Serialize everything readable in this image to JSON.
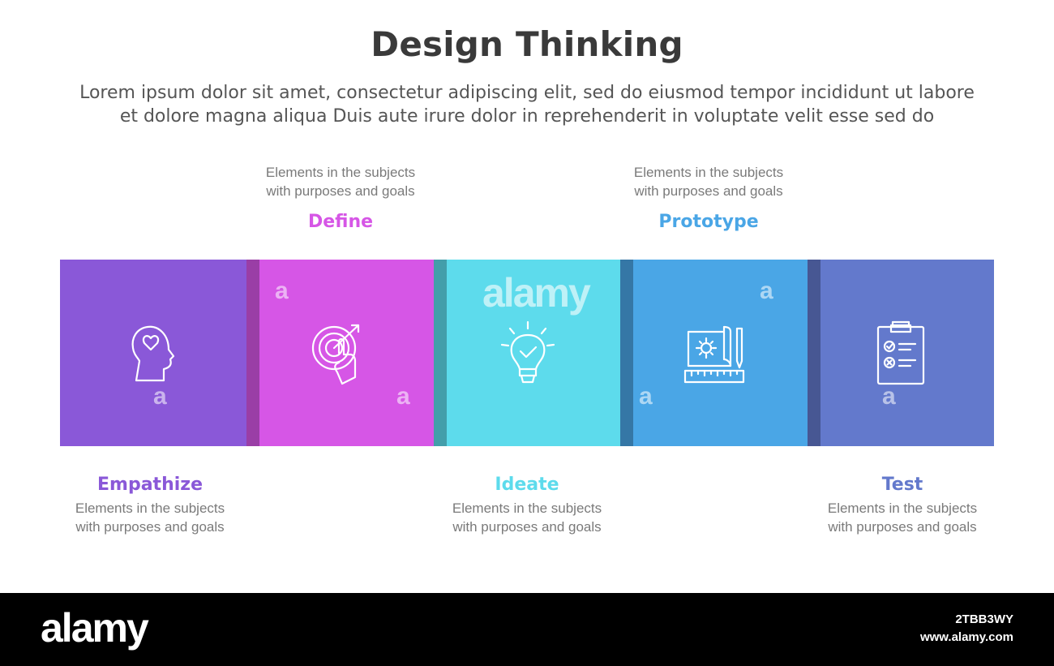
{
  "title": "Design Thinking",
  "subtitle": {
    "line1": "Lorem ipsum dolor sit amet, consectetur adipiscing elit, sed do eiusmod tempor incididunt ut labore",
    "line2": "et dolore magna aliqua Duis aute irure dolor in reprehenderit in voluptate velit esse sed do"
  },
  "stages": [
    {
      "name": "Empathize",
      "desc1": "Elements in the subjects",
      "desc2": "with purposes and goals",
      "color": "#8a58d8",
      "icon": "head-heart-icon"
    },
    {
      "name": "Define",
      "desc1": "Elements in the subjects",
      "desc2": "with purposes and goals",
      "color": "#d656e6",
      "icon": "target-hand-icon"
    },
    {
      "name": "Ideate",
      "desc1": "Elements in the subjects",
      "desc2": "with purposes and goals",
      "color": "#5ddbec",
      "icon": "lightbulb-check-icon"
    },
    {
      "name": "Prototype",
      "desc1": "Elements in the subjects",
      "desc2": "with purposes and goals",
      "color": "#4aa6e6",
      "icon": "blueprint-ruler-icon"
    },
    {
      "name": "Test",
      "desc1": "Elements in the subjects",
      "desc2": "with purposes and goals",
      "color": "#6379cc",
      "icon": "clipboard-checklist-icon"
    }
  ],
  "watermark": {
    "letter": "a",
    "word": "alamy"
  },
  "footer": {
    "logo": "alamy",
    "image_id": "2TBB3WY",
    "site": "www.alamy.com"
  }
}
